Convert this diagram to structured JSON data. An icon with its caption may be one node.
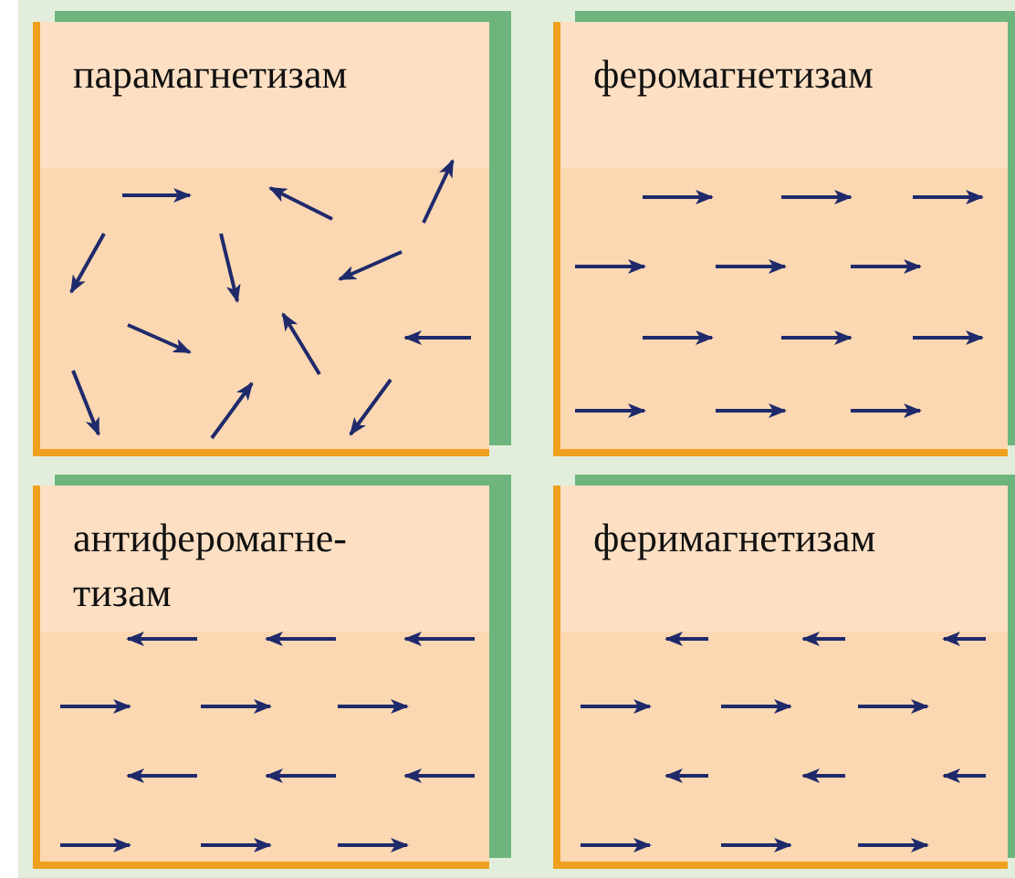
{
  "diagram": {
    "nodes": [
      {
        "text": [
          "парамагнетизам"
        ]
      },
      {
        "text": [
          "феромагнетизам"
        ]
      },
      {
        "text": [
          "антиферомагне- тизам"
        ]
      },
      {
        "text": [
          "феримагнетизам"
        ]
      }
    ]
  }
}
